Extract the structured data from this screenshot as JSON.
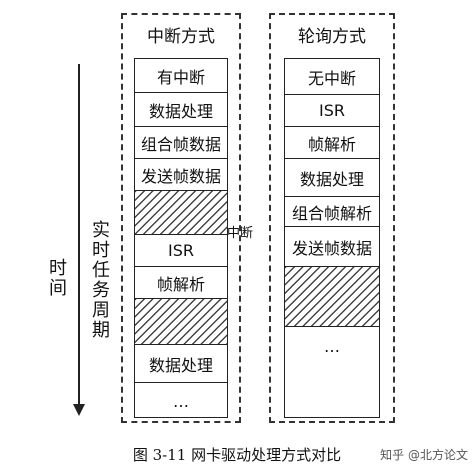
{
  "axis": {
    "time_label": "时间",
    "period_label": "实时任务周期"
  },
  "interrupt_panel": {
    "title": "中断方式",
    "cells": [
      {
        "text": "有中断",
        "hatched": false
      },
      {
        "text": "数据处理",
        "hatched": false
      },
      {
        "text": "组合帧数据",
        "hatched": false
      },
      {
        "text": "发送帧数据",
        "hatched": false
      },
      {
        "text": "",
        "hatched": true
      },
      {
        "text": "ISR",
        "hatched": false
      },
      {
        "text": "帧解析",
        "hatched": false
      },
      {
        "text": "",
        "hatched": true
      },
      {
        "text": "数据处理",
        "hatched": false
      },
      {
        "text": "…",
        "hatched": false
      }
    ],
    "interrupt_marker": "中断"
  },
  "polling_panel": {
    "title": "轮询方式",
    "cells": [
      {
        "text": "无中断",
        "hatched": false
      },
      {
        "text": "ISR",
        "hatched": false
      },
      {
        "text": "帧解析",
        "hatched": false
      },
      {
        "text": "数据处理",
        "hatched": false
      },
      {
        "text": "组合帧解析",
        "hatched": false
      },
      {
        "text": "发送帧数据",
        "hatched": false
      },
      {
        "text": "",
        "hatched": true
      },
      {
        "text": "…",
        "hatched": false
      }
    ]
  },
  "caption": "图 3-11  网卡驱动处理方式对比",
  "watermark": "知乎 @北方论文"
}
